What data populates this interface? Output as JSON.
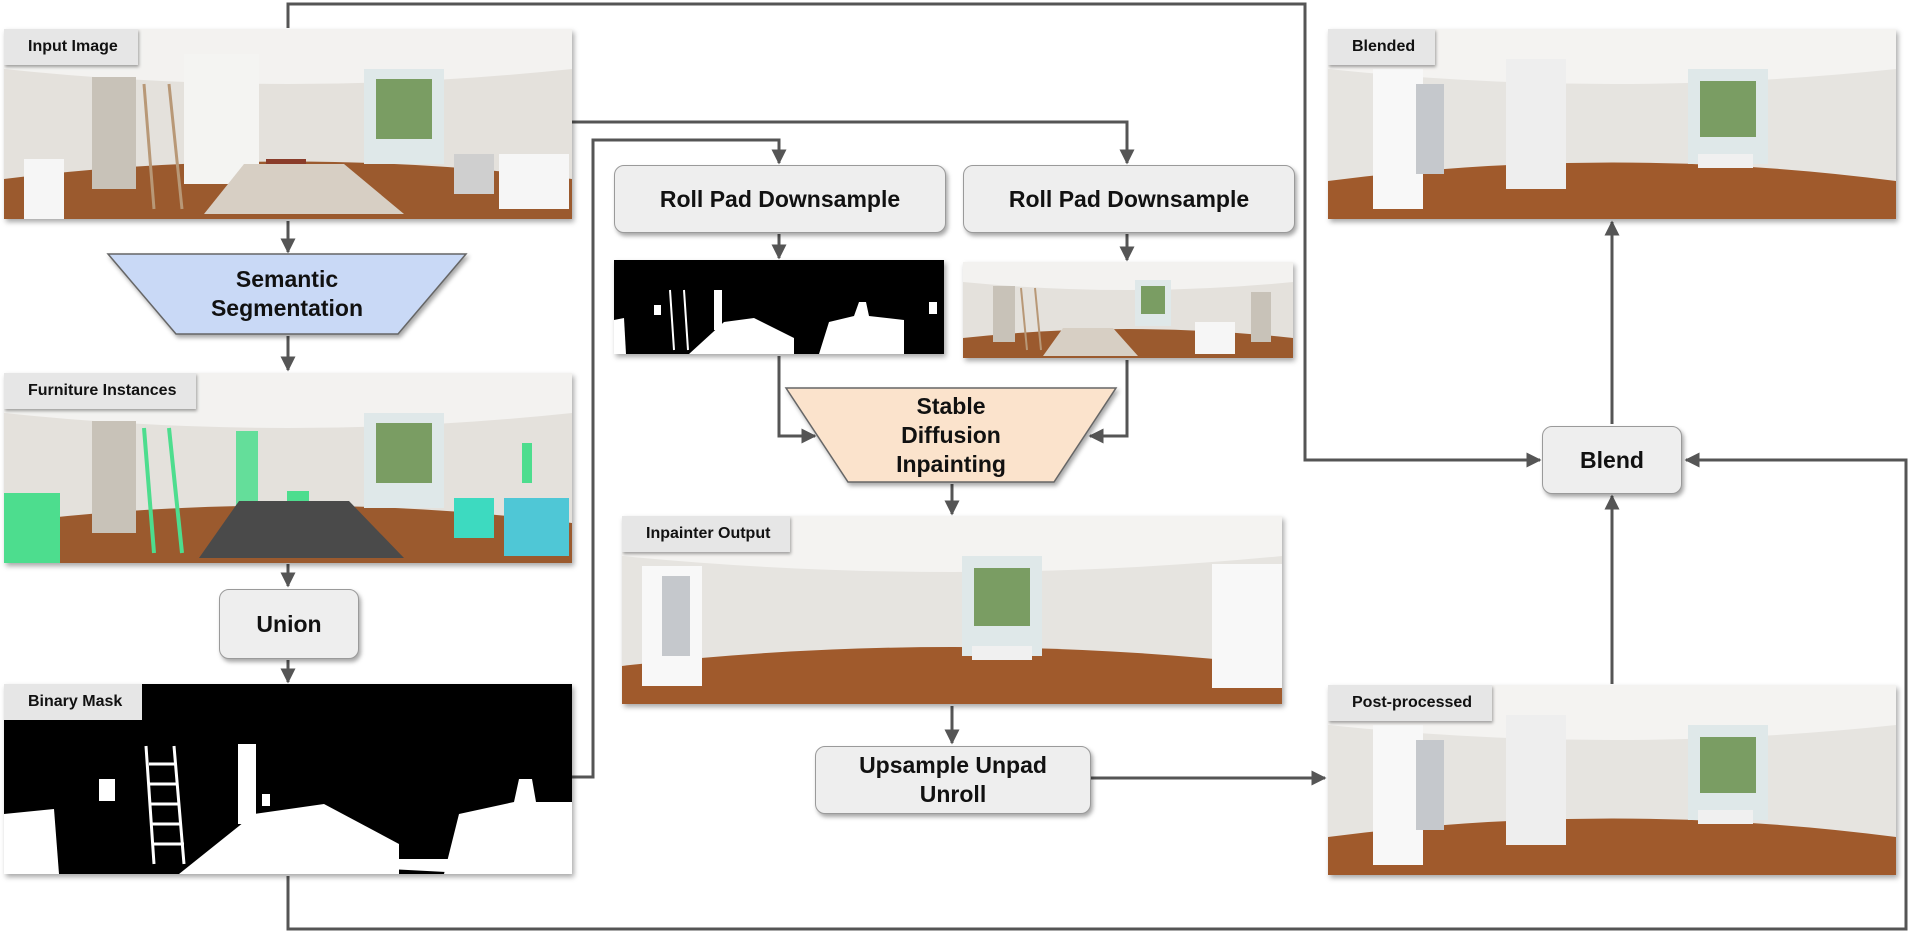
{
  "labels": {
    "input_image": "Input Image",
    "furniture_instances": "Furniture Instances",
    "binary_mask": "Binary Mask",
    "inpainter_output": "Inpainter Output",
    "blended": "Blended",
    "post_processed": "Post-processed"
  },
  "steps": {
    "semantic_segmentation": "Semantic Segmentation",
    "union": "Union",
    "roll_pad_downsample_mask": "Roll Pad Downsample",
    "roll_pad_downsample_image": "Roll Pad Downsample",
    "stable_diffusion_inpainting": "Stable Diffusion Inpainting",
    "upsample_unpad_unroll": "Upsample Unpad Unroll",
    "blend": "Blend"
  },
  "colors": {
    "segmentation_fill": "#c9d9f6",
    "inpainting_fill": "#fbe3cc",
    "box_fill": "#eeeeee",
    "arrow": "#555555",
    "furniture_highlight": "#4ddd8e",
    "furniture_teal": "#4fc7d6"
  }
}
